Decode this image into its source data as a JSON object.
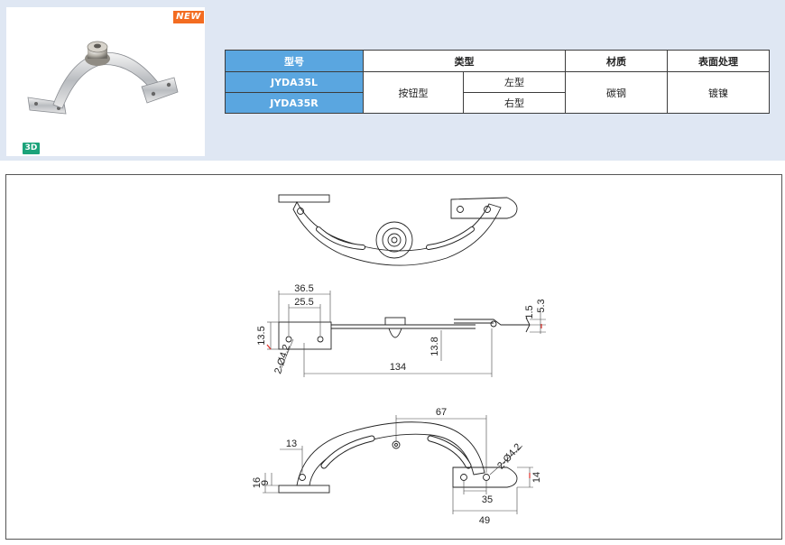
{
  "badges": {
    "new": "NEW",
    "three_d": "3D"
  },
  "table": {
    "headers": [
      "型号",
      "类型",
      "材质",
      "表面处理"
    ],
    "models": [
      "JYDA35L",
      "JYDA35R"
    ],
    "type_main": "按钮型",
    "type_left": "左型",
    "type_right": "右型",
    "material": "碳钢",
    "surface": "镀镍"
  },
  "dimensions": {
    "d36_5": "36.5",
    "d25_5": "25.5",
    "d1_5": "1.5",
    "d5_3": "5.3",
    "d13_5": "13.5",
    "hole_side": "2-Ø4.2",
    "d134": "134",
    "d13_8": "13.8",
    "d67": "67",
    "d13": "13",
    "d16": "16",
    "d9": "9",
    "hole_bottom": "2-Ø4.2",
    "d14": "14",
    "d35": "35",
    "d49": "49"
  },
  "colors": {
    "band": "#dfe7f3",
    "model_blue": "#5aa6e0",
    "new_orange": "#f36c21",
    "badge_green": "#1ba37a",
    "dim_red": "#e0302a"
  }
}
